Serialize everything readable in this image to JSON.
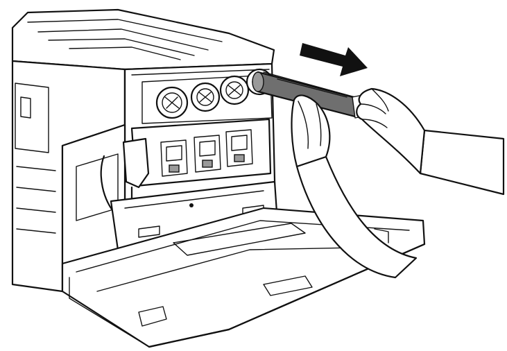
{
  "illustration": {
    "subject": "printer-toner-cartridge-removal",
    "colors": {
      "line": "#111111",
      "paper": "#ffffff",
      "toner": "#6f6f6f",
      "arrow": "#111111"
    },
    "toner_ports": 4,
    "motion_direction": "right"
  }
}
